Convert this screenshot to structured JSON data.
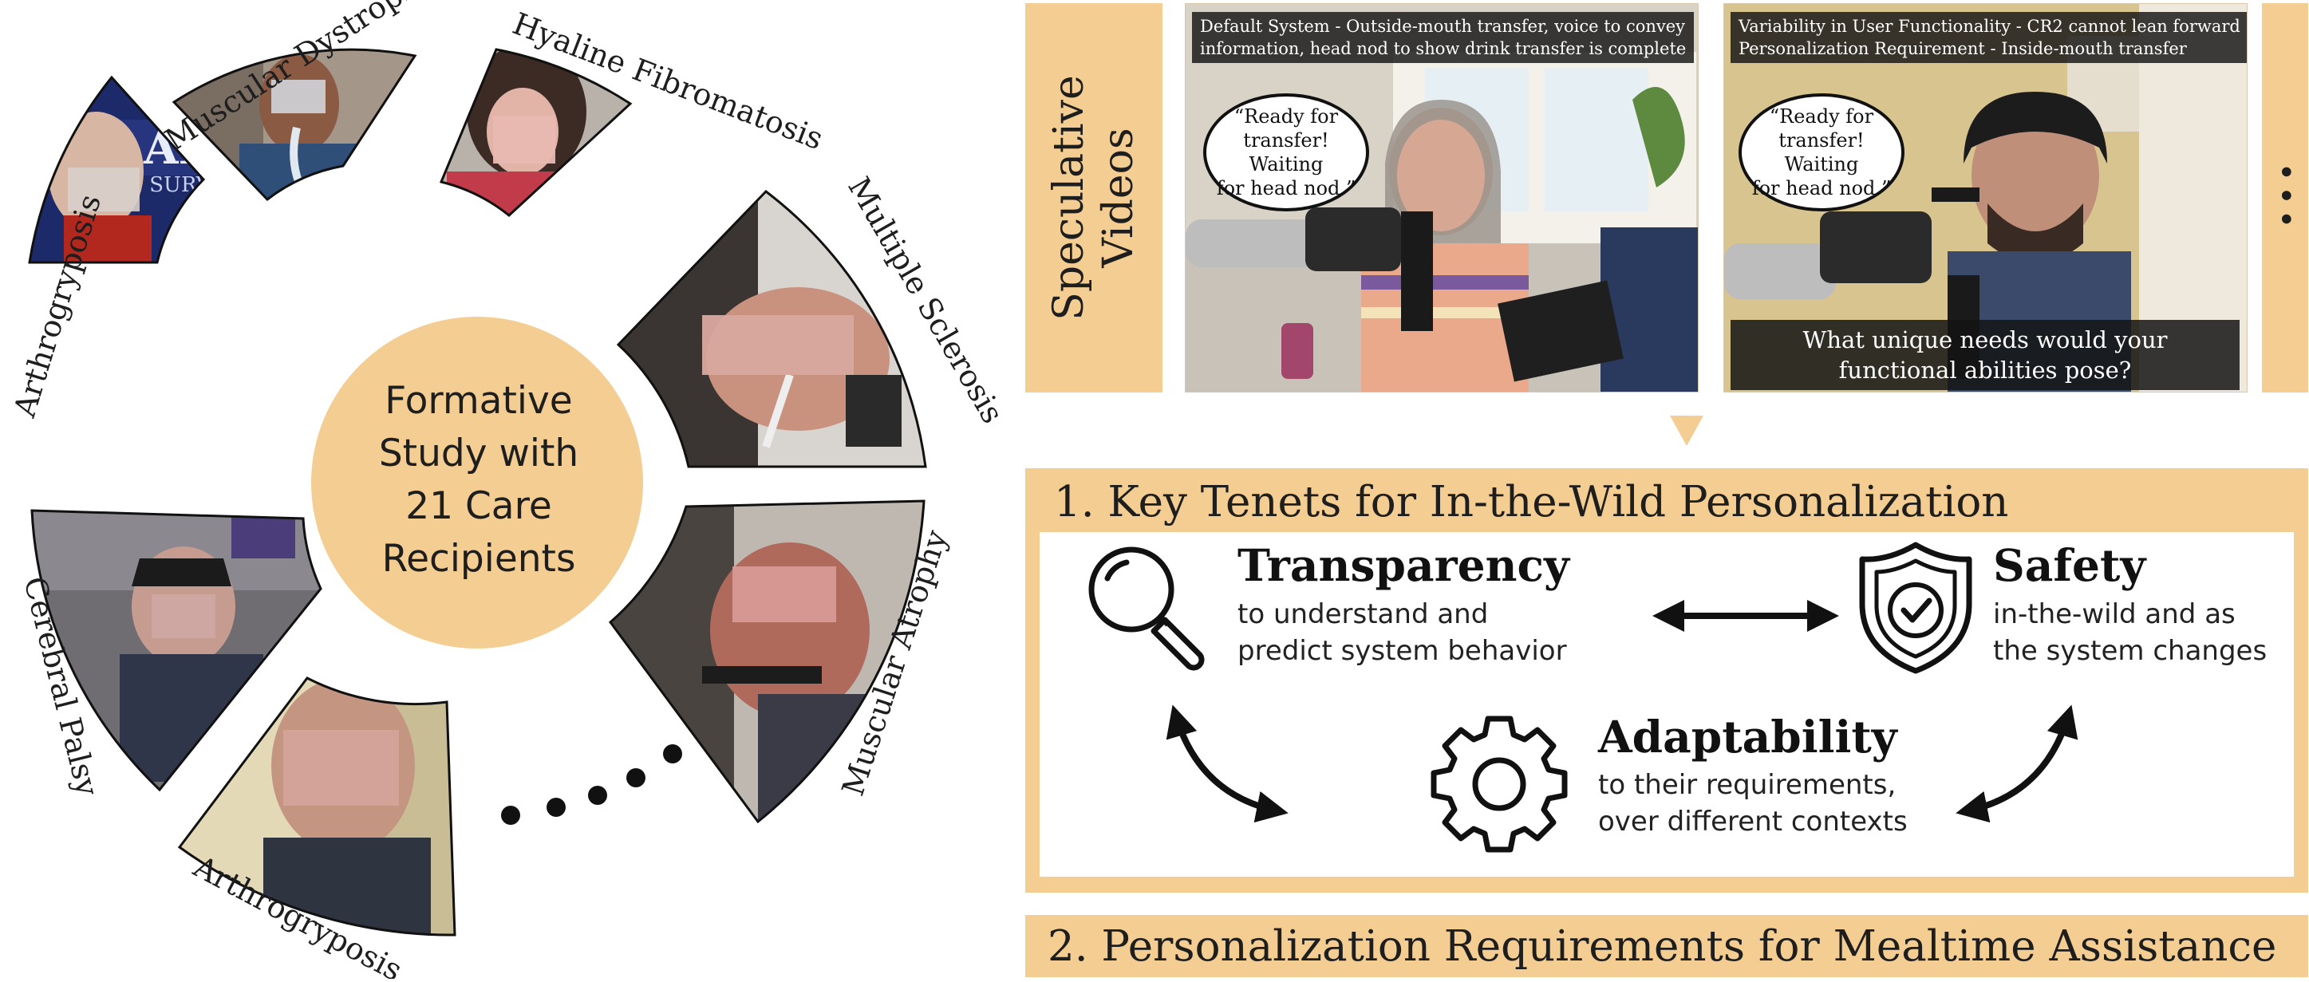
{
  "wheel": {
    "center": [
      "Formative",
      "Study with",
      "21 Care",
      "Recipients"
    ],
    "conditions": [
      "Arthrogryposis",
      "Muscular Dystrophy",
      "Hyaline Fibromatosis",
      "Multiple Sclerosis",
      "Muscular Atrophy",
      "Arthrogryposis",
      "Cerebral Palsy"
    ]
  },
  "speculative_videos": {
    "label": [
      "Speculative",
      "Videos"
    ],
    "video1": {
      "caption_line1": "Default System - Outside-mouth transfer, voice to convey",
      "caption_line2": "information, head nod to show drink transfer is complete",
      "bubble": [
        "“Ready for",
        "transfer! Waiting",
        "for head nod.”"
      ]
    },
    "video2": {
      "caption_line1": "Variability in User Functionality - CR2 cannot lean forward",
      "caption_line2": "Personalization Requirement - Inside-mouth transfer",
      "bubble": [
        "“Ready for",
        "transfer! Waiting",
        "for head nod.”"
      ],
      "subtitle": [
        "What unique needs would your",
        "functional abilities pose?"
      ]
    },
    "more": "•••"
  },
  "key_tenets": {
    "title": "1. Key Tenets for In-the-Wild Personalization",
    "transparency": {
      "heading": "Transparency",
      "line1": "to understand and",
      "line2": "predict system behavior",
      "icon": "magnifier-icon"
    },
    "safety": {
      "heading": "Safety",
      "line1": "in-the-wild and as",
      "line2": "the system changes",
      "icon": "shield-check-icon"
    },
    "adaptability": {
      "heading": "Adaptability",
      "line1": "to their requirements,",
      "line2": "over different contexts",
      "icon": "gear-icon"
    }
  },
  "requirements": {
    "title": "2. Personalization Requirements for Mealtime Assistance"
  }
}
